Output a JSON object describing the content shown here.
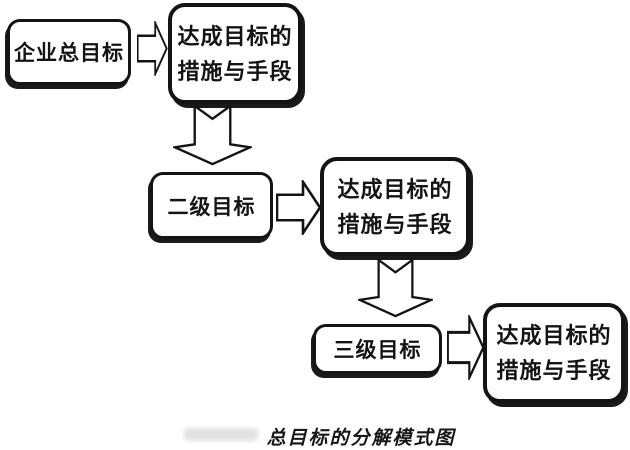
{
  "diagram": {
    "caption": "总目标的分解模式图",
    "rows": [
      {
        "goal": "企业总目标",
        "measures_line1": "达成目标的",
        "measures_line2": "措施与手段"
      },
      {
        "goal": "二级目标",
        "measures_line1": "达成目标的",
        "measures_line2": "措施与手段"
      },
      {
        "goal": "三级目标",
        "measures_line1": "达成目标的",
        "measures_line2": "措施与手段"
      }
    ],
    "colors": {
      "ink": "#141414",
      "paper": "#ffffff",
      "smudge": "#d9d9d9"
    }
  }
}
